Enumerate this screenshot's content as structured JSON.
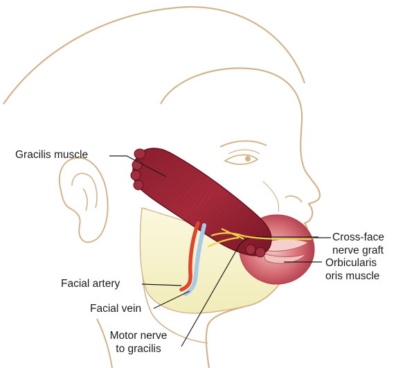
{
  "labels": {
    "gracilis_muscle": "Gracilis muscle",
    "cross_face_line1": "Cross-face",
    "cross_face_line2": "nerve graft",
    "orbicularis_line1": "Orbicularis",
    "orbicularis_line2": "oris muscle",
    "facial_artery": "Facial artery",
    "facial_vein": "Facial vein",
    "motor_nerve_line1": "Motor nerve",
    "motor_nerve_line2": "to gracilis"
  },
  "colors": {
    "outline": "#d2b48c",
    "skin": "#ffffff",
    "jaw_fill": "#f6f2c8",
    "muscle": "#9b2335",
    "muscle_dark": "#6e1423",
    "lip_muscle": "#c9535f",
    "artery": "#e0452b",
    "vein": "#9ec3e6",
    "nerve": "#f0d24a",
    "leader": "#1a1a1a"
  }
}
